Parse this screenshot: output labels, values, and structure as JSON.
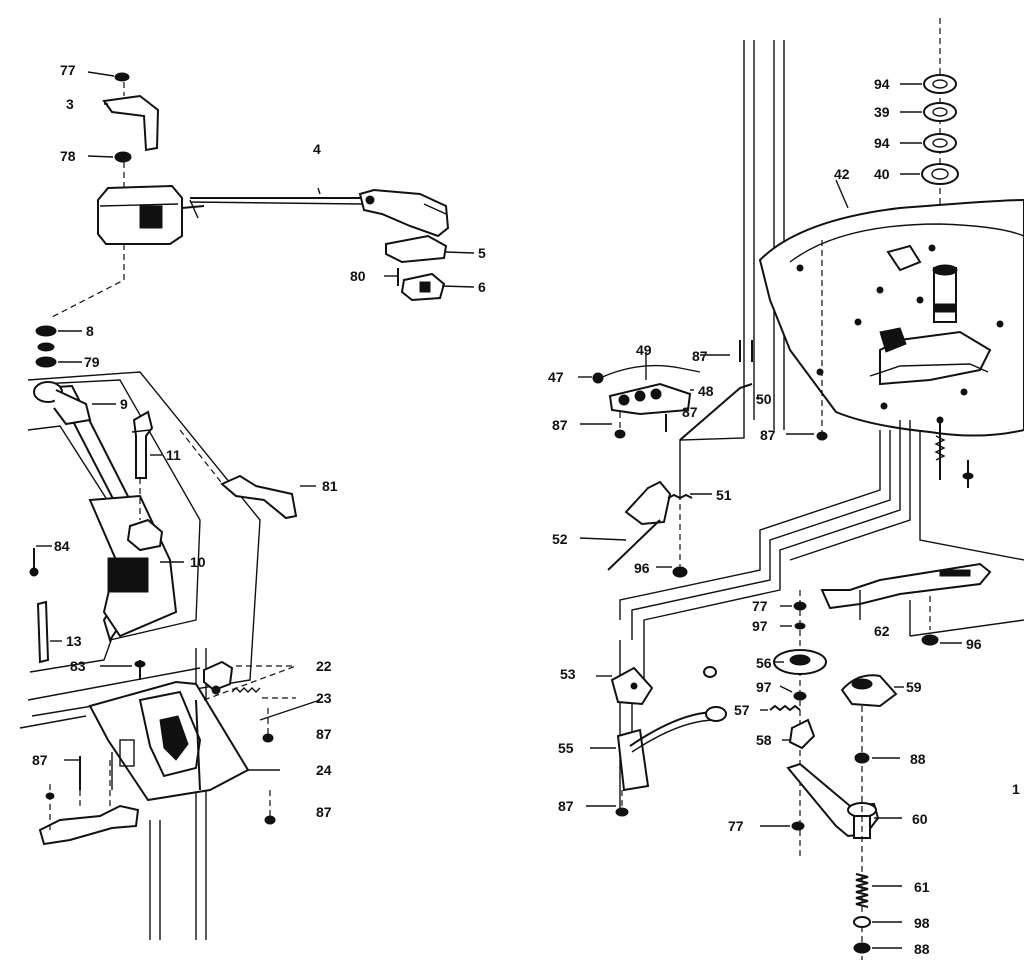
{
  "diagram": {
    "callouts": [
      {
        "id": "77a",
        "text": "77"
      },
      {
        "id": "3",
        "text": "3"
      },
      {
        "id": "78",
        "text": "78"
      },
      {
        "id": "4",
        "text": "4"
      },
      {
        "id": "5",
        "text": "5"
      },
      {
        "id": "80",
        "text": "80"
      },
      {
        "id": "6",
        "text": "6"
      },
      {
        "id": "8",
        "text": "8"
      },
      {
        "id": "79",
        "text": "79"
      },
      {
        "id": "9",
        "text": "9"
      },
      {
        "id": "11",
        "text": "11"
      },
      {
        "id": "81",
        "text": "81"
      },
      {
        "id": "84",
        "text": "84"
      },
      {
        "id": "10",
        "text": "10"
      },
      {
        "id": "13",
        "text": "13"
      },
      {
        "id": "83",
        "text": "83"
      },
      {
        "id": "22",
        "text": "22"
      },
      {
        "id": "23",
        "text": "23"
      },
      {
        "id": "87a",
        "text": "87"
      },
      {
        "id": "24",
        "text": "24"
      },
      {
        "id": "87b",
        "text": "87"
      },
      {
        "id": "87c",
        "text": "87"
      },
      {
        "id": "94a",
        "text": "94"
      },
      {
        "id": "39",
        "text": "39"
      },
      {
        "id": "94b",
        "text": "94"
      },
      {
        "id": "40",
        "text": "40"
      },
      {
        "id": "42",
        "text": "42"
      },
      {
        "id": "49",
        "text": "49"
      },
      {
        "id": "87d",
        "text": "87"
      },
      {
        "id": "47",
        "text": "47"
      },
      {
        "id": "48",
        "text": "48"
      },
      {
        "id": "50",
        "text": "50"
      },
      {
        "id": "87e",
        "text": "87"
      },
      {
        "id": "87f",
        "text": "87"
      },
      {
        "id": "87g",
        "text": "87"
      },
      {
        "id": "51",
        "text": "51"
      },
      {
        "id": "52",
        "text": "52"
      },
      {
        "id": "96a",
        "text": "96"
      },
      {
        "id": "77b",
        "text": "77"
      },
      {
        "id": "97a",
        "text": "97"
      },
      {
        "id": "62",
        "text": "62"
      },
      {
        "id": "96b",
        "text": "96"
      },
      {
        "id": "56",
        "text": "56"
      },
      {
        "id": "53",
        "text": "53"
      },
      {
        "id": "59",
        "text": "59"
      },
      {
        "id": "97b",
        "text": "97"
      },
      {
        "id": "57",
        "text": "57"
      },
      {
        "id": "55",
        "text": "55"
      },
      {
        "id": "58",
        "text": "58"
      },
      {
        "id": "88a",
        "text": "88"
      },
      {
        "id": "87h",
        "text": "87"
      },
      {
        "id": "77c",
        "text": "77"
      },
      {
        "id": "60",
        "text": "60"
      },
      {
        "id": "61",
        "text": "61"
      },
      {
        "id": "98",
        "text": "98"
      },
      {
        "id": "88b",
        "text": "88"
      },
      {
        "id": "edge1",
        "text": "1"
      }
    ]
  }
}
